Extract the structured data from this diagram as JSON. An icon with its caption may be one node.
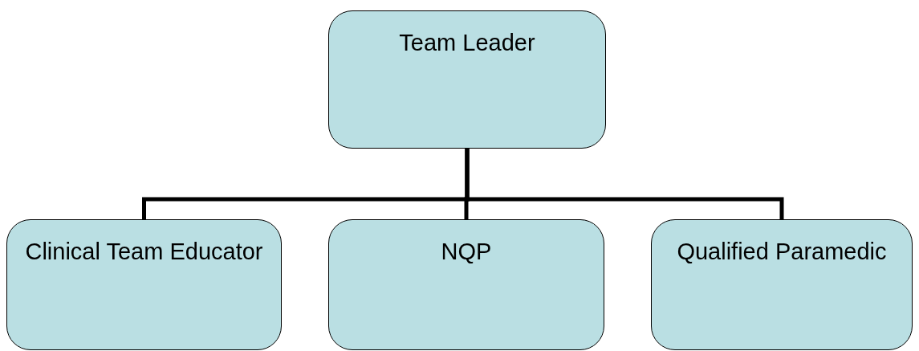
{
  "diagram": {
    "nodes": [
      {
        "text": [
          "Team Leader"
        ]
      },
      {
        "text": [
          "Clinical Team Educator"
        ]
      },
      {
        "text": [
          "NQP"
        ]
      },
      {
        "text": [
          "Qualified Paramedic"
        ]
      }
    ],
    "edges": [
      {
        "from": 0,
        "to": 1,
        "arrow": "none"
      },
      {
        "from": 0,
        "to": 2,
        "arrow": "none"
      },
      {
        "from": 0,
        "to": 3,
        "arrow": "none"
      }
    ]
  }
}
